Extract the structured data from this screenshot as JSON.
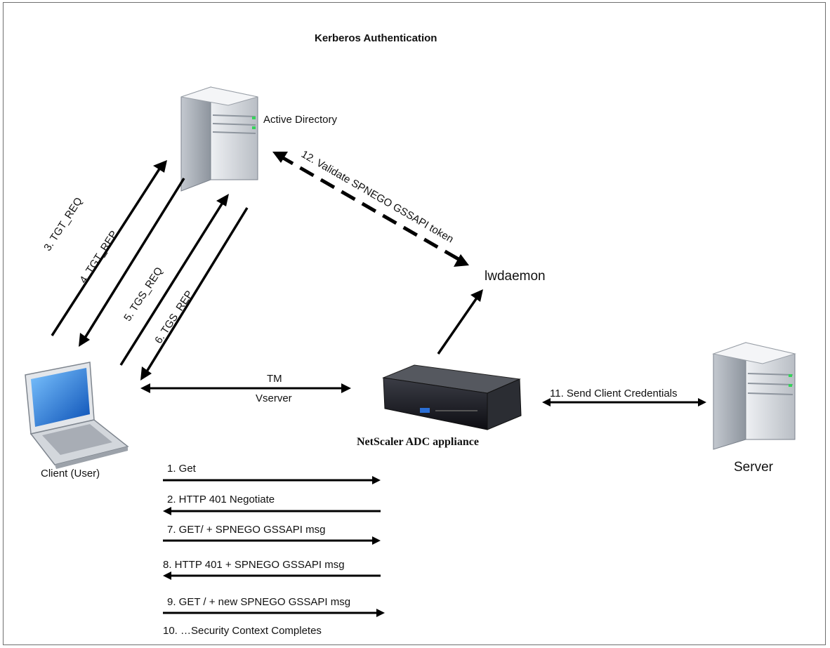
{
  "title": "Kerberos Authentication",
  "nodes": {
    "active_directory": "Active Directory",
    "lwdaemon": "lwdaemon",
    "client": "Client (User)",
    "netscaler": "NetScaler ADC appliance",
    "server": "Server"
  },
  "edges": {
    "tgt_req": "3. TGT_REQ",
    "tgt_rep": "4. TGT_REP",
    "tgs_req": "5. TGS_REQ",
    "tgs_rep": "6. TGS_REP",
    "validate": "12. Validate SPNEGO GSSAPI token",
    "tm": "TM",
    "vserver": "Vserver",
    "send_credentials": "11. Send Client Credentials"
  },
  "messages": [
    "1. Get",
    "2. HTTP 401 Negotiate",
    "7.  GET/ + SPNEGO GSSAPI msg",
    "8. HTTP 401 + SPNEGO GSSAPI msg",
    "9.  GET / + new SPNEGO GSSAPI msg",
    "10. …Security Context Completes"
  ],
  "colors": {
    "arrow": "#000000",
    "server_body": "#d5d9de",
    "led": "#35d35a",
    "laptop_screen": "#1e78d8",
    "appliance": "#1c1c22"
  }
}
